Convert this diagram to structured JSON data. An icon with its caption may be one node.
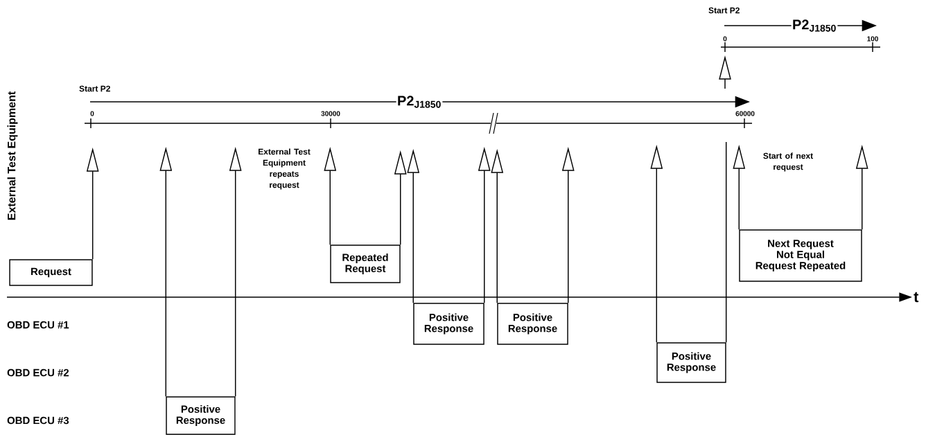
{
  "diagram": {
    "nodes": [
      {
        "text": [
          "Request"
        ]
      },
      {
        "text": [
          "Positive Response"
        ]
      },
      {
        "text": [
          "Repeated Request"
        ]
      },
      {
        "text": [
          "Positive Response"
        ]
      },
      {
        "text": [
          "Positive Response"
        ]
      },
      {
        "text": [
          "Positive Response"
        ]
      },
      {
        "text": [
          "Next Request Not Equal Request Repeated"
        ]
      }
    ],
    "edges": [
      {
        "from": 0,
        "to": null,
        "arrow": "to"
      },
      {
        "from": 1,
        "to": null,
        "arrow": "to"
      },
      {
        "from": 1,
        "to": null,
        "arrow": "to"
      },
      {
        "from": 2,
        "to": null,
        "arrow": "to"
      },
      {
        "from": 2,
        "to": null,
        "arrow": "to"
      },
      {
        "from": 3,
        "to": null,
        "arrow": "to"
      },
      {
        "from": 3,
        "to": null,
        "arrow": "to"
      },
      {
        "from": 4,
        "to": null,
        "arrow": "to"
      },
      {
        "from": 4,
        "to": null,
        "arrow": "to"
      },
      {
        "from": 5,
        "to": null,
        "arrow": "to"
      },
      {
        "from": 5,
        "to": null,
        "arrow": "none"
      },
      {
        "from": 6,
        "to": null,
        "arrow": "to"
      },
      {
        "from": 6,
        "to": null,
        "arrow": "to"
      }
    ],
    "labels": [
      "Start P2",
      "P2$_{J1850}$",
      "0",
      "100",
      "External Test Equipment",
      "Start P2",
      "P2$_{J1850}$",
      "0",
      "30000",
      "60000",
      "External Test Equipment repeats request",
      "Start of next request",
      "t",
      "OBD ECU #1",
      "OBD ECU #2",
      "OBD ECU #3"
    ]
  }
}
